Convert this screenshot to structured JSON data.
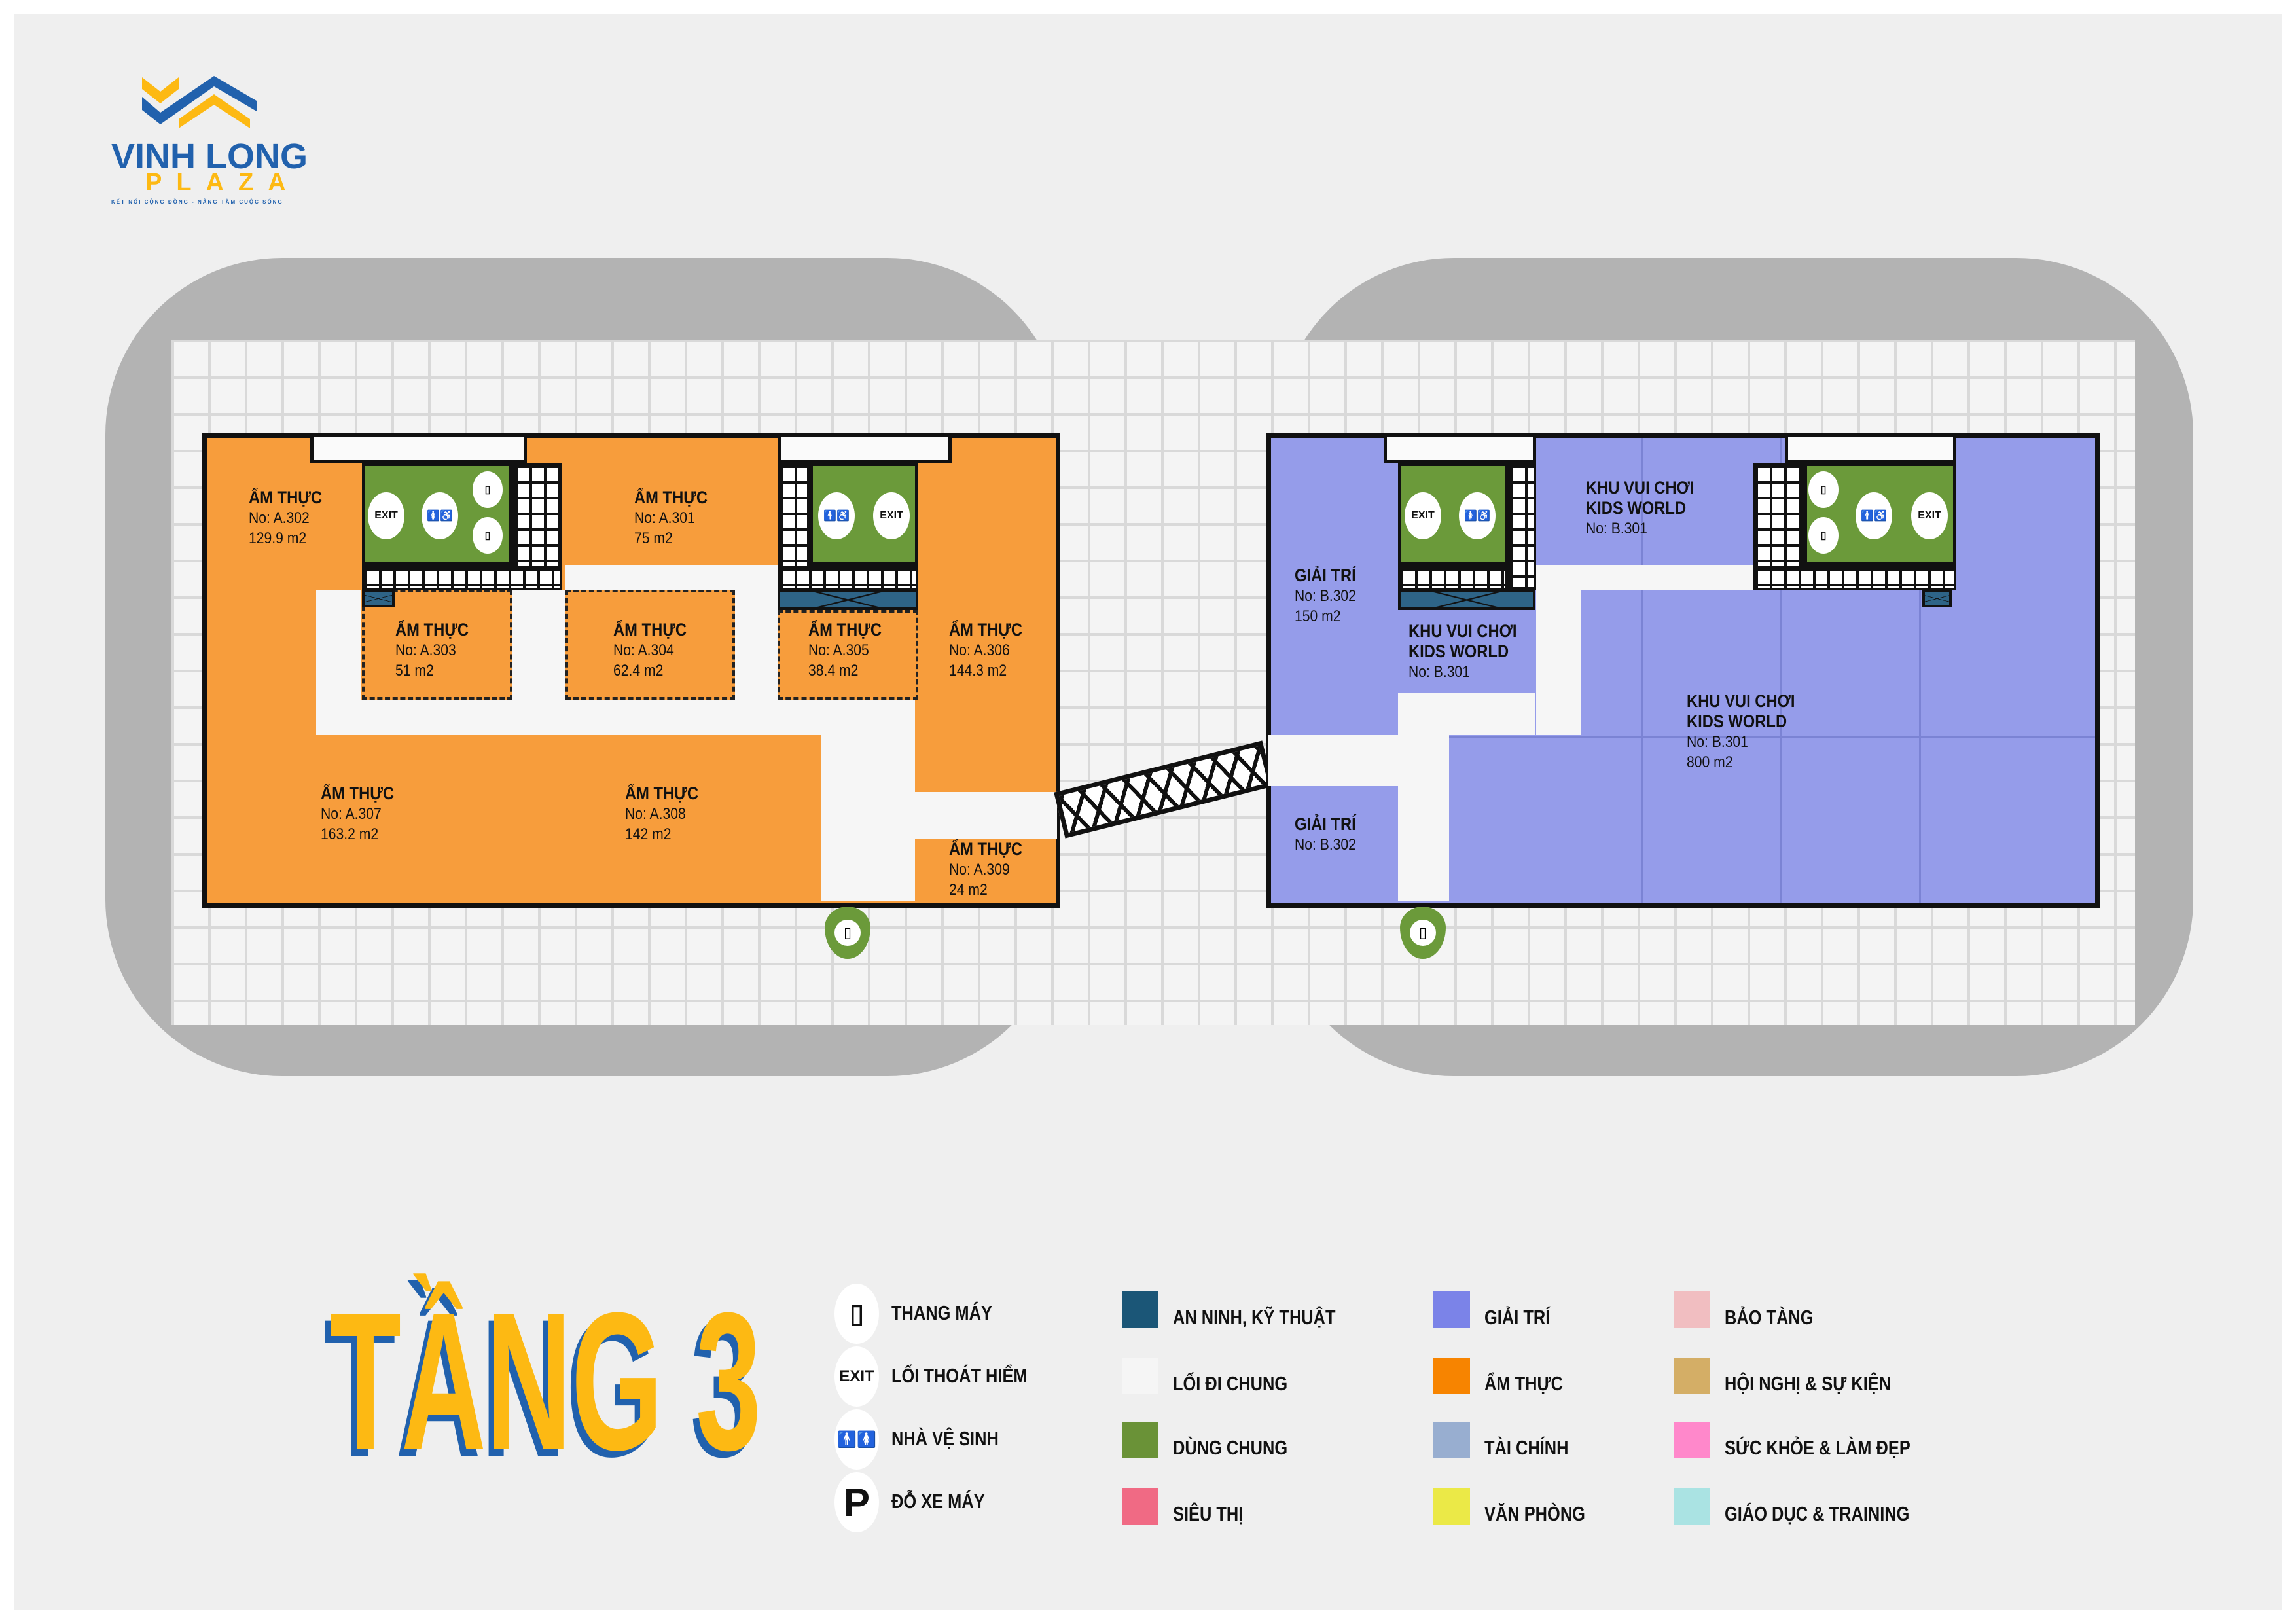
{
  "logo": {
    "name_line1": "VINH LONG",
    "name_line2": "PLAZA",
    "tagline": "KẾT NỐI CỘNG ĐỒNG - NÂNG TẦM CUỘC SỐNG",
    "colors": {
      "blue": "#2161ad",
      "yellow": "#fdb913"
    }
  },
  "floor_title": "TẦNG 3",
  "map": {
    "building_a": {
      "color": "#f79d3c",
      "rooms": [
        {
          "category": "ẨM THỰC",
          "no": "No: A.302",
          "area": "129.9 m2"
        },
        {
          "category": "ẨM THỰC",
          "no": "No: A.301",
          "area": "75 m2"
        },
        {
          "category": "ẨM THỰC",
          "no": "No: A.303",
          "area": "51 m2"
        },
        {
          "category": "ẨM THỰC",
          "no": "No: A.304",
          "area": "62.4 m2"
        },
        {
          "category": "ẨM THỰC",
          "no": "No: A.305",
          "area": "38.4 m2"
        },
        {
          "category": "ẨM THỰC",
          "no": "No: A.306",
          "area": "144.3 m2"
        },
        {
          "category": "ẨM THỰC",
          "no": "No: A.307",
          "area": "163.2 m2"
        },
        {
          "category": "ẨM THỰC",
          "no": "No: A.308",
          "area": "142 m2"
        },
        {
          "category": "ẨM THỰC",
          "no": "No: A.309",
          "area": "24 m2"
        }
      ]
    },
    "building_b": {
      "color": "#959cea",
      "rooms": [
        {
          "category": "GIẢI TRÍ",
          "no": "No: B.302",
          "area": "150 m2"
        },
        {
          "category": "KHU VUI CHƠI",
          "category2": "KIDS WORLD",
          "no": "No: B.301"
        },
        {
          "category": "KHU VUI CHƠI",
          "category2": "KIDS WORLD",
          "no": "No: B.301"
        },
        {
          "category": "KHU VUI CHƠI",
          "category2": "KIDS WORLD",
          "no": "No: B.301",
          "area": "800 m2"
        },
        {
          "category": "GIẢI TRÍ",
          "no": "No: B.302"
        }
      ]
    },
    "exit_label": "EXIT"
  },
  "legend": {
    "icons": [
      {
        "icon": "elevator-icon",
        "glyph": "▯",
        "label": "THANG MÁY"
      },
      {
        "icon": "exit-icon",
        "glyph": "EXIT",
        "label": "LỐI THOÁT HIỂM"
      },
      {
        "icon": "restroom-icon",
        "glyph": "🚹🚺",
        "label": "NHÀ VỆ SINH"
      },
      {
        "icon": "parking-icon",
        "glyph": "P",
        "label": "ĐỖ XE MÁY"
      }
    ],
    "colors": [
      {
        "label": "AN NINH, KỸ THUẬT",
        "color": "#1b5677"
      },
      {
        "label": "LỐI ĐI CHUNG",
        "color": "#f5f5f5"
      },
      {
        "label": "DÙNG CHUNG",
        "color": "#6a9237"
      },
      {
        "label": "SIÊU THỊ",
        "color": "#f06a84"
      },
      {
        "label": "GIẢI TRÍ",
        "color": "#7b83e8"
      },
      {
        "label": "ẨM THỰC",
        "color": "#f78400"
      },
      {
        "label": "TÀI CHÍNH",
        "color": "#98aed0"
      },
      {
        "label": "VĂN PHÒNG",
        "color": "#ebe947"
      },
      {
        "label": "BẢO TÀNG",
        "color": "#f1bec1"
      },
      {
        "label": "HỘI NGHỊ & SỰ KIỆN",
        "color": "#d4ae66"
      },
      {
        "label": "SỨC KHỎE & LÀM ĐẸP",
        "color": "#ff88cb"
      },
      {
        "label": "GIÁO DỤC & TRAINING",
        "color": "#aae3e3"
      }
    ]
  }
}
